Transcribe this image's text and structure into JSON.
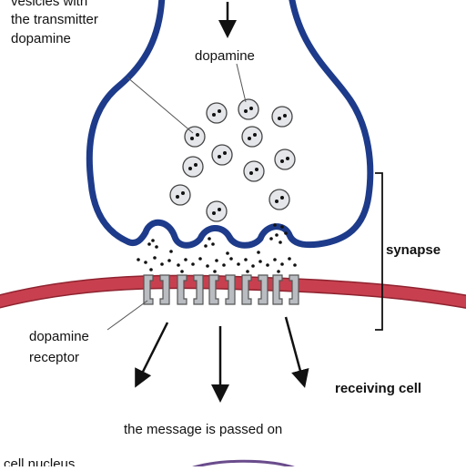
{
  "diagram": {
    "labels": {
      "vesicles_line1": "vesicles with",
      "vesicles_line2": "the transmitter",
      "vesicles_line3": "dopamine",
      "dopamine": "dopamine",
      "synapse": "synapse",
      "receptor_line1": "dopamine",
      "receptor_line2": "receptor",
      "receiving_cell": "receiving cell",
      "message": "the message is passed on",
      "cell_nucleus": "cell nucleus"
    },
    "colors": {
      "presynaptic_membrane": "#1d3b8a",
      "receiving_membrane": "#c8404f",
      "receptor": "#b9bcc0",
      "vesicle": "#e4e6ea",
      "ink": "#111111"
    }
  }
}
